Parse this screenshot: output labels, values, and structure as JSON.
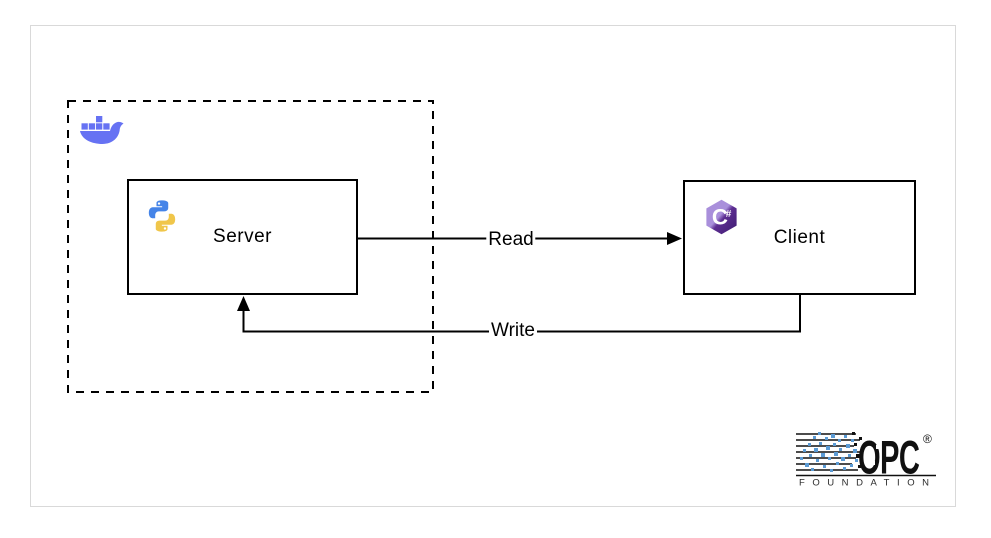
{
  "colors": {
    "line": "#000000",
    "docker": "#6672F3",
    "python_blue": "#4584E8",
    "python_yellow": "#F0C64A",
    "csharp_light": "#A98FDB",
    "csharp_dark": "#5C2D91",
    "opc_blue": "#5B9BD5",
    "opc_black": "#101010"
  },
  "diagram": {
    "server": {
      "label": "Server",
      "icon": "python-icon"
    },
    "client": {
      "label": "Client",
      "icon": "csharp-icon"
    },
    "container": {
      "icon": "docker-icon"
    },
    "edges": {
      "read_label": "Read",
      "write_label": "Write"
    }
  },
  "logo": {
    "brand": "OPC",
    "registered": "®",
    "subtitle": "FOUNDATION"
  }
}
